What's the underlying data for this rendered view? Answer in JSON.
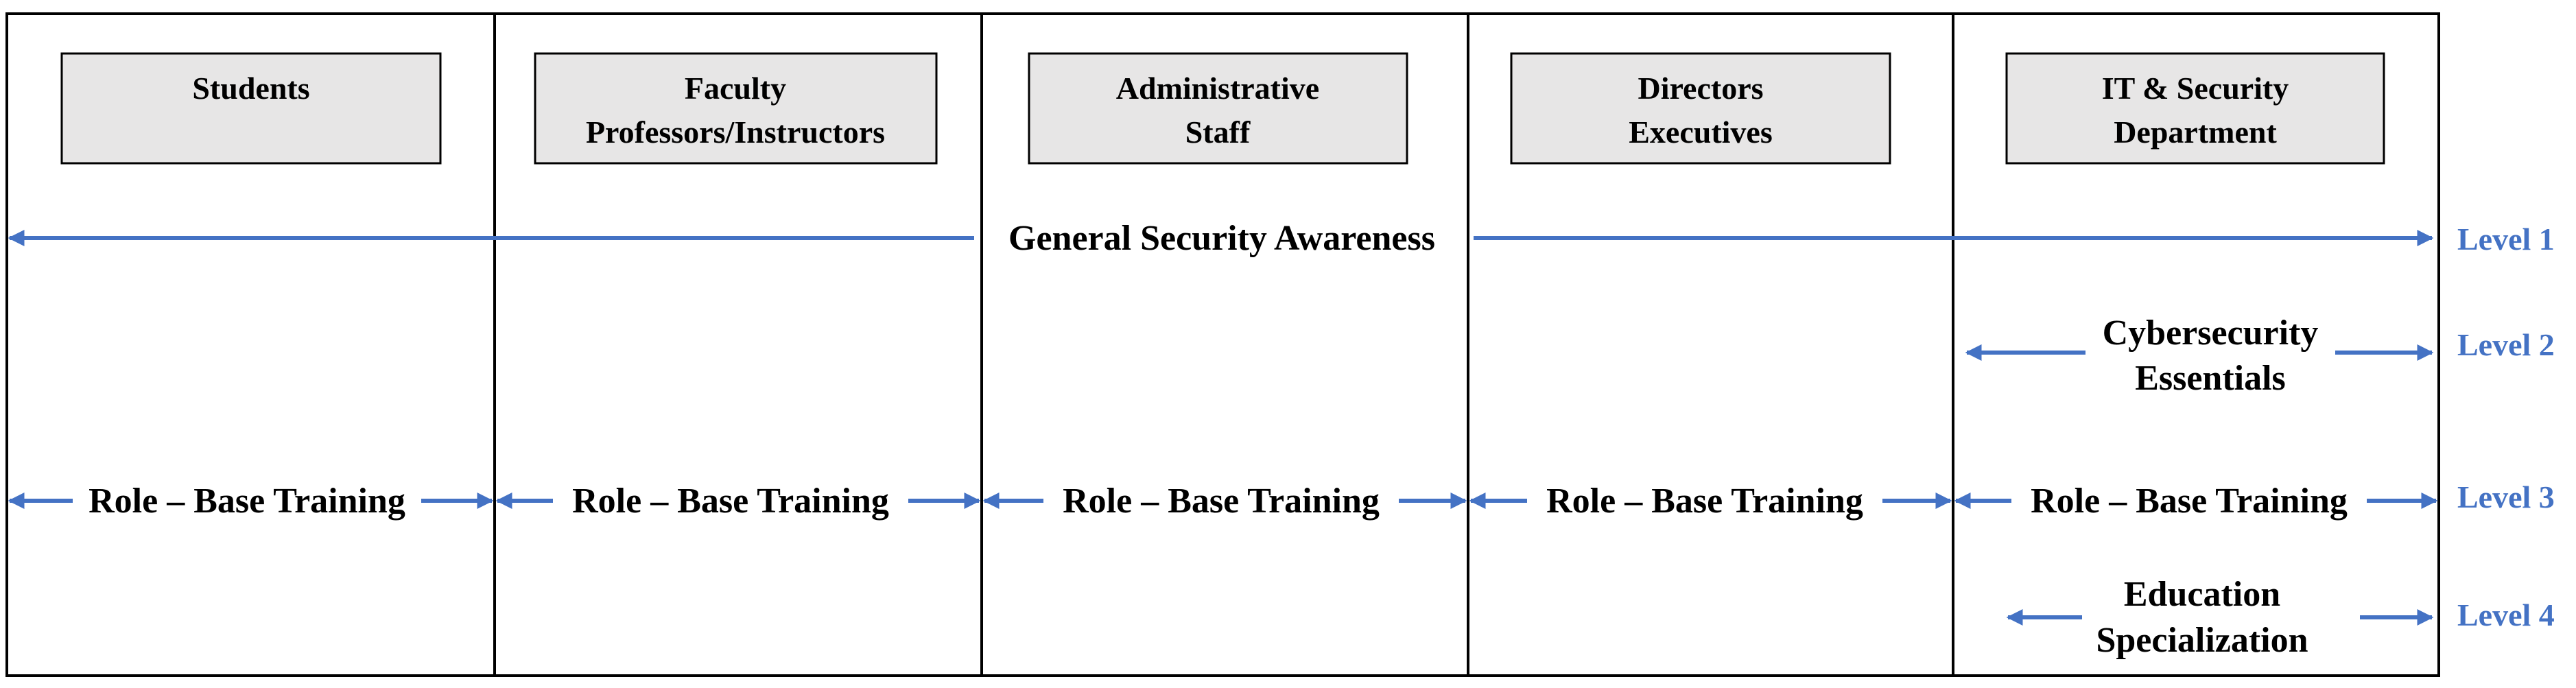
{
  "colors": {
    "arrow": "#4472C4",
    "level_label": "#4472C4",
    "header_fill": "#E7E6E6",
    "border": "#000000",
    "text": "#000000"
  },
  "columns": [
    {
      "header_line1": "Students",
      "header_line2": ""
    },
    {
      "header_line1": "Faculty",
      "header_line2": "Professors/Instructors"
    },
    {
      "header_line1": "Administrative",
      "header_line2": "Staff"
    },
    {
      "header_line1": "Directors",
      "header_line2": "Executives"
    },
    {
      "header_line1": "IT & Security",
      "header_line2": "Department"
    }
  ],
  "rows": {
    "general": {
      "label": "General Security Awareness",
      "level": "Level 1"
    },
    "cyber": {
      "label_line1": "Cybersecurity",
      "label_line2": "Essentials",
      "level": "Level 2"
    },
    "role": {
      "label": "Role – Base Training",
      "level": "Level 3"
    },
    "education": {
      "label_line1": "Education",
      "label_line2": "Specialization",
      "level": "Level 4"
    }
  }
}
